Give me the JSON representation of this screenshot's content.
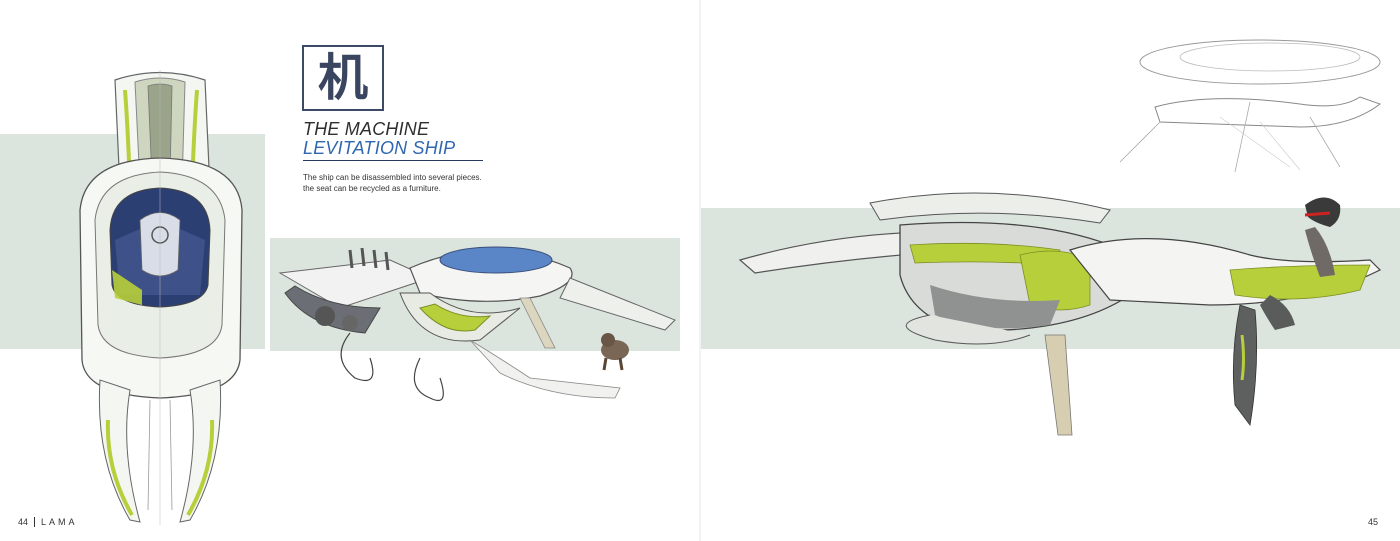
{
  "page_left": {
    "kanji": "机",
    "heading_line1": "THE MACHINE",
    "heading_line2": "LEVITATION SHIP",
    "body_lines": [
      "The ship can be disassembled into several pieces.",
      "the seat can be recycled as a furniture."
    ],
    "page_number": "44",
    "magazine_name": "LAMA"
  },
  "page_right": {
    "page_number": "45"
  },
  "colors": {
    "band": "#dbe5dd",
    "accent_green": "#b7cf3a",
    "heading_blue": "#2f67b0",
    "kanji_box": "#3c4a68"
  }
}
